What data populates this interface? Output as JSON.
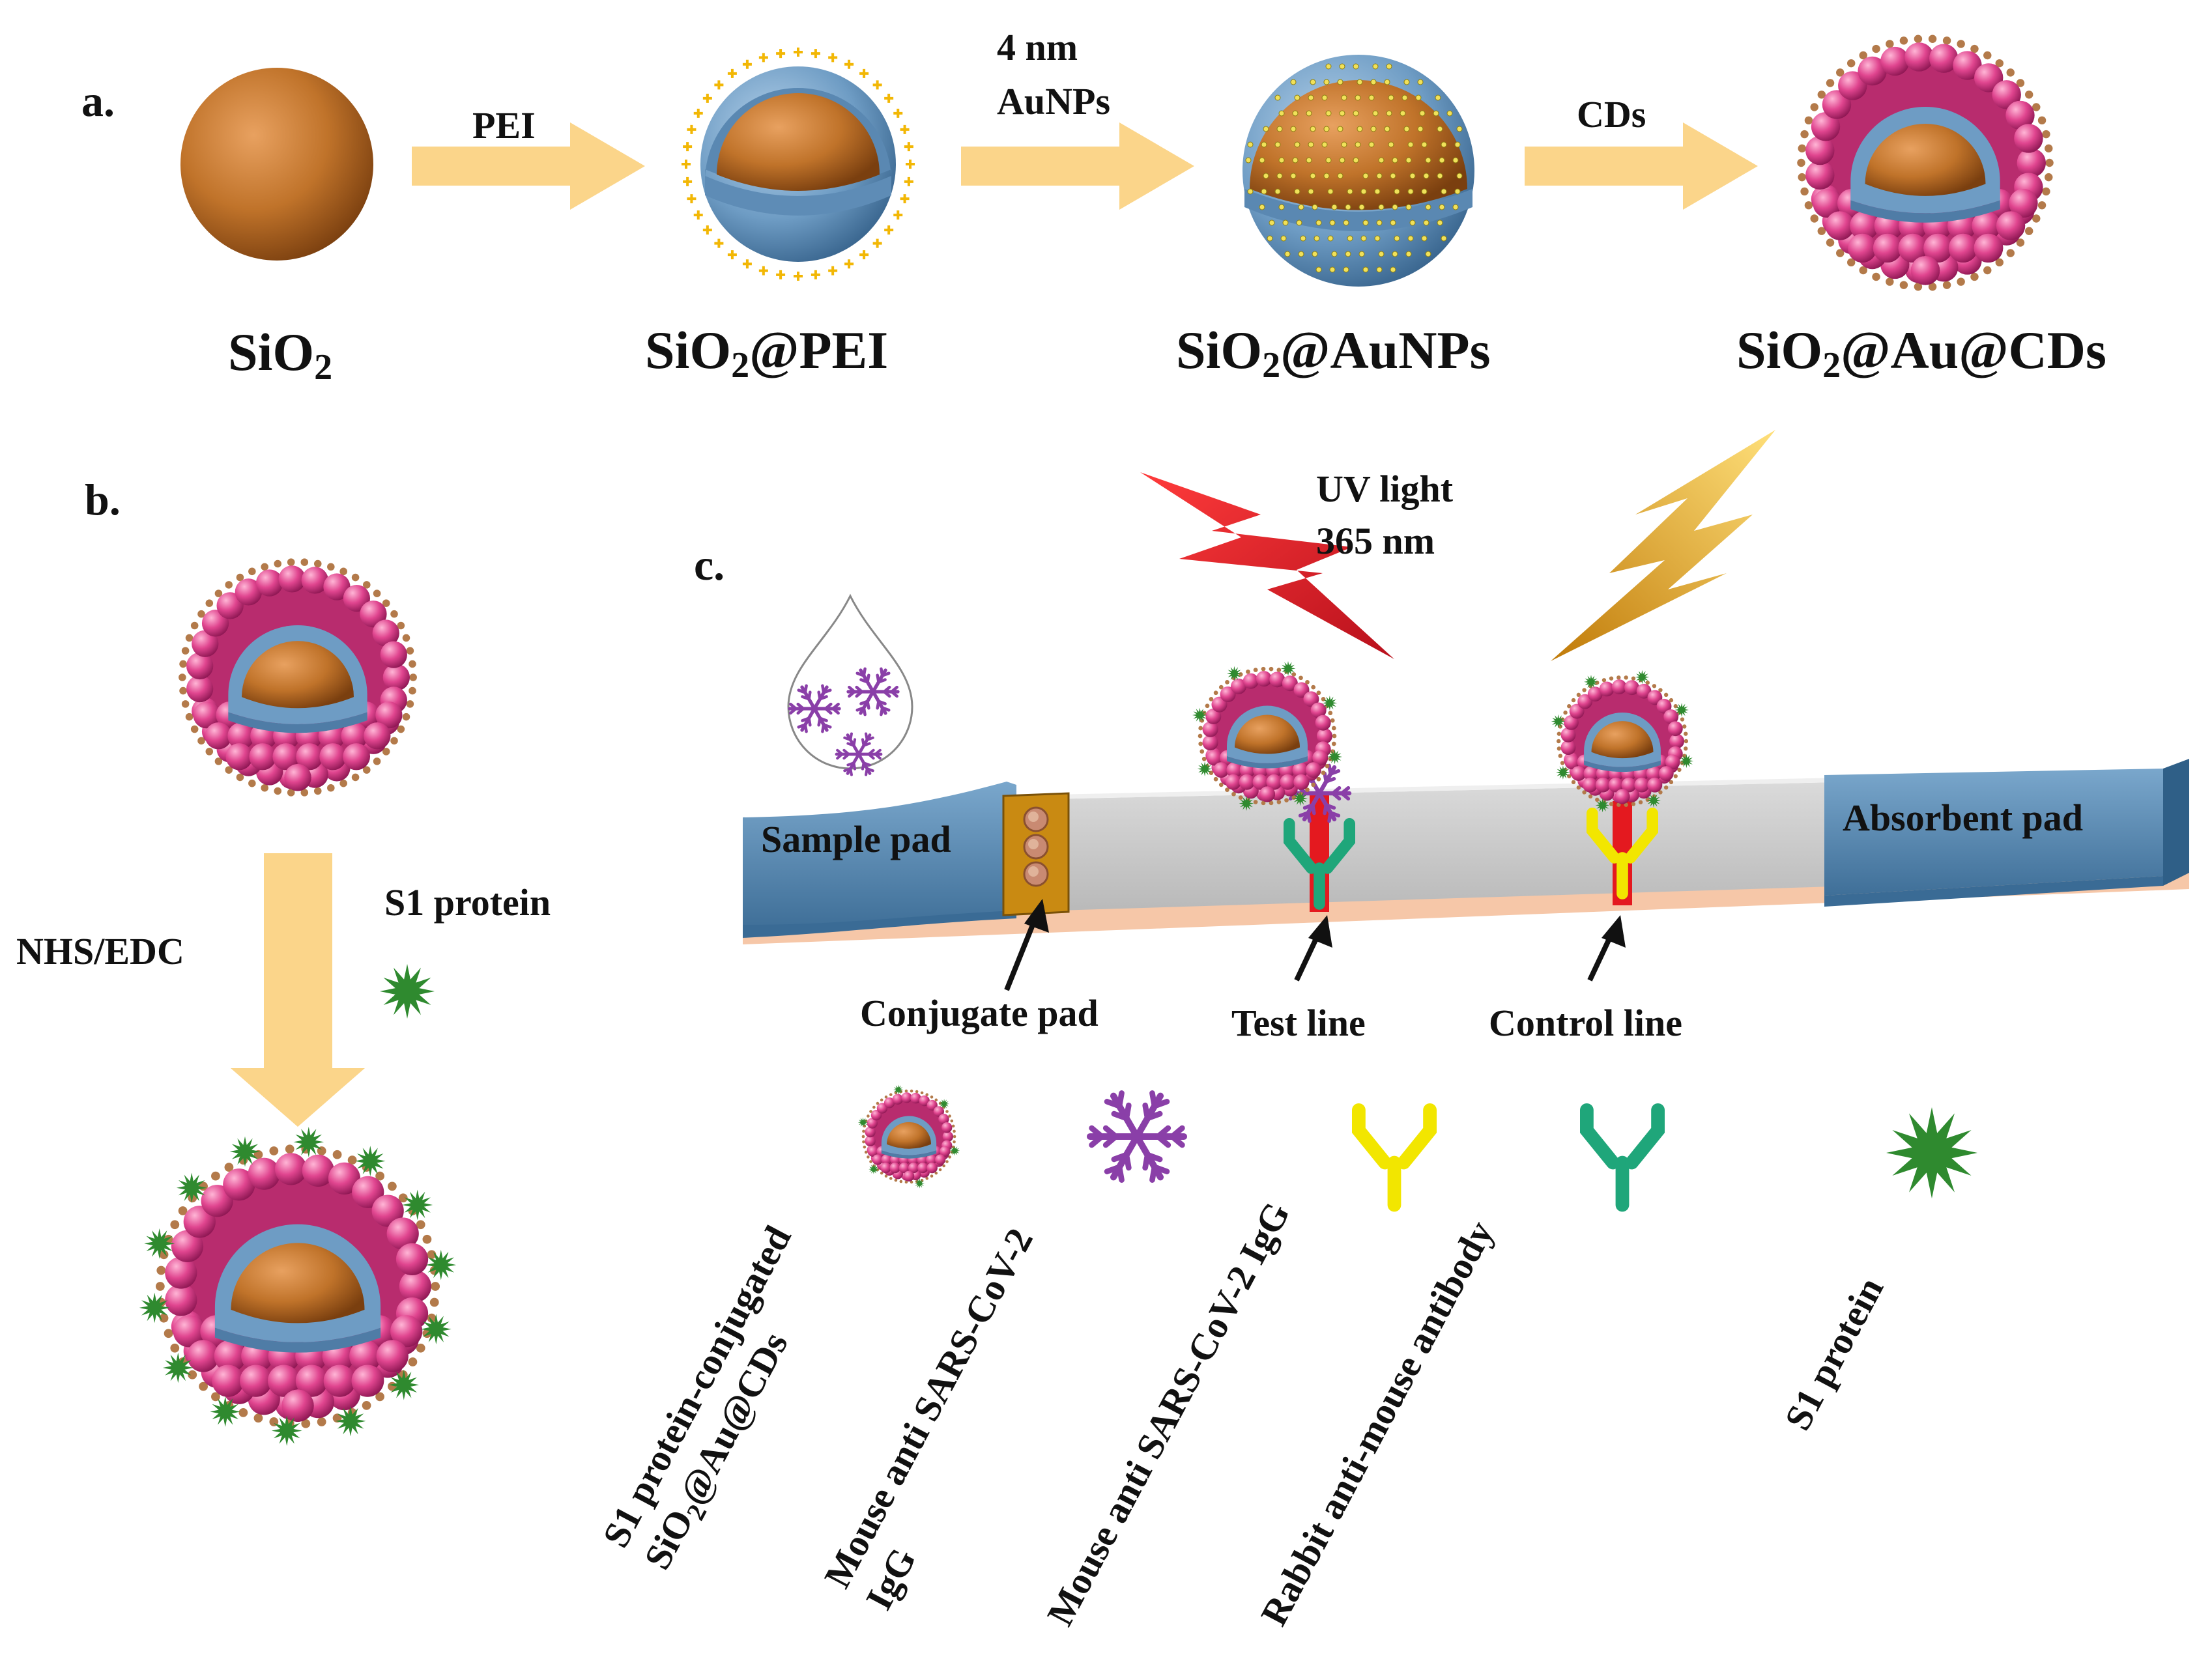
{
  "colors": {
    "core": "#b8641e",
    "shell": "#6e9cc4",
    "cd": "#e0458f",
    "s1": "#2f8a2f",
    "arrow": "#fbd58a",
    "yellow_ab": "#f2e600",
    "green_ab": "#1fa67a",
    "mouse_igg": "#8a3fa8",
    "bolt_red": "#e5202e",
    "bolt_gold": "#e7b21c",
    "pad": "#5b8db5",
    "strip": "#cfcfcf",
    "conj_pad": "#c98a12",
    "line_red": "#e4191f"
  },
  "panels": {
    "a": "a.",
    "b": "b.",
    "c": "c."
  },
  "panel_a": {
    "arrows": [
      {
        "lines": [
          "PEI"
        ]
      },
      {
        "lines": [
          "4 nm",
          "AuNPs"
        ]
      },
      {
        "lines": [
          "CDs"
        ]
      }
    ],
    "particles": [
      {
        "base": "SiO",
        "sub": "2",
        "rest": ""
      },
      {
        "base": "SiO",
        "sub": "2",
        "rest": "@PEI"
      },
      {
        "base": "SiO",
        "sub": "2",
        "rest": "@AuNPs"
      },
      {
        "base": "SiO",
        "sub": "2",
        "rest": "@Au@CDs"
      }
    ]
  },
  "panel_b": {
    "reagent": "NHS/EDC",
    "protein": "S1 protein"
  },
  "panel_c": {
    "uv": [
      "UV light",
      "365 nm"
    ],
    "sample_pad": "Sample pad",
    "absorbent_pad": "Absorbent pad",
    "conjugate_pad": "Conjugate pad",
    "test_line": "Test line",
    "control_line": "Control line"
  },
  "legend": [
    {
      "icon": "conjugate-particle",
      "lines": [
        {
          "text": "S1 protein-conjugated"
        },
        {
          "base": "SiO",
          "sub": "2",
          "rest": "@Au@CDs"
        }
      ]
    },
    {
      "icon": "mouse-igg",
      "lines": [
        {
          "text": "Mouse anti SARS-CoV-2"
        },
        {
          "text": "IgG"
        }
      ]
    },
    {
      "icon": "yellow-antibody",
      "lines": [
        {
          "text": "Mouse anti SARS-CoV-2 IgG"
        }
      ]
    },
    {
      "icon": "green-antibody",
      "lines": [
        {
          "text": "Rabbit anti-mouse antibody"
        }
      ]
    },
    {
      "icon": "s1-protein",
      "lines": [
        {
          "text": "S1 protein"
        }
      ]
    }
  ]
}
